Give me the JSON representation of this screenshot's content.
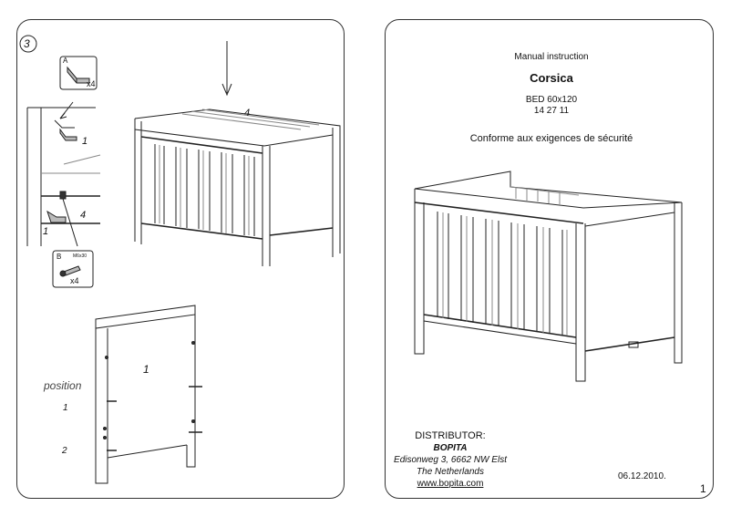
{
  "left": {
    "step_number": "3",
    "part_a_letter": "A",
    "part_a_count": "x4",
    "label_1a": "1",
    "label_1b": "1",
    "count_4_crib": "4",
    "count_4_detail": "4",
    "part_b_letter": "B",
    "part_b_size": "M6x30",
    "part_b_count": "x4",
    "panel_number": "1",
    "position_title": "position",
    "position_1": "1",
    "position_2": "2"
  },
  "right": {
    "manual_instruction": "Manual instruction",
    "product_name": "Corsica",
    "product_size": "BED 60x120",
    "product_code": "14 27 11",
    "safety_note": "Conforme aux exigences de sécurité",
    "distributor_label": "DISTRIBUTOR:",
    "company": "BOPITA",
    "address": "Edisonweg 3,  6662 NW Elst",
    "country": "The Netherlands",
    "website": "www.bopita.com",
    "date": "06.12.2010.",
    "page_number": "1"
  }
}
